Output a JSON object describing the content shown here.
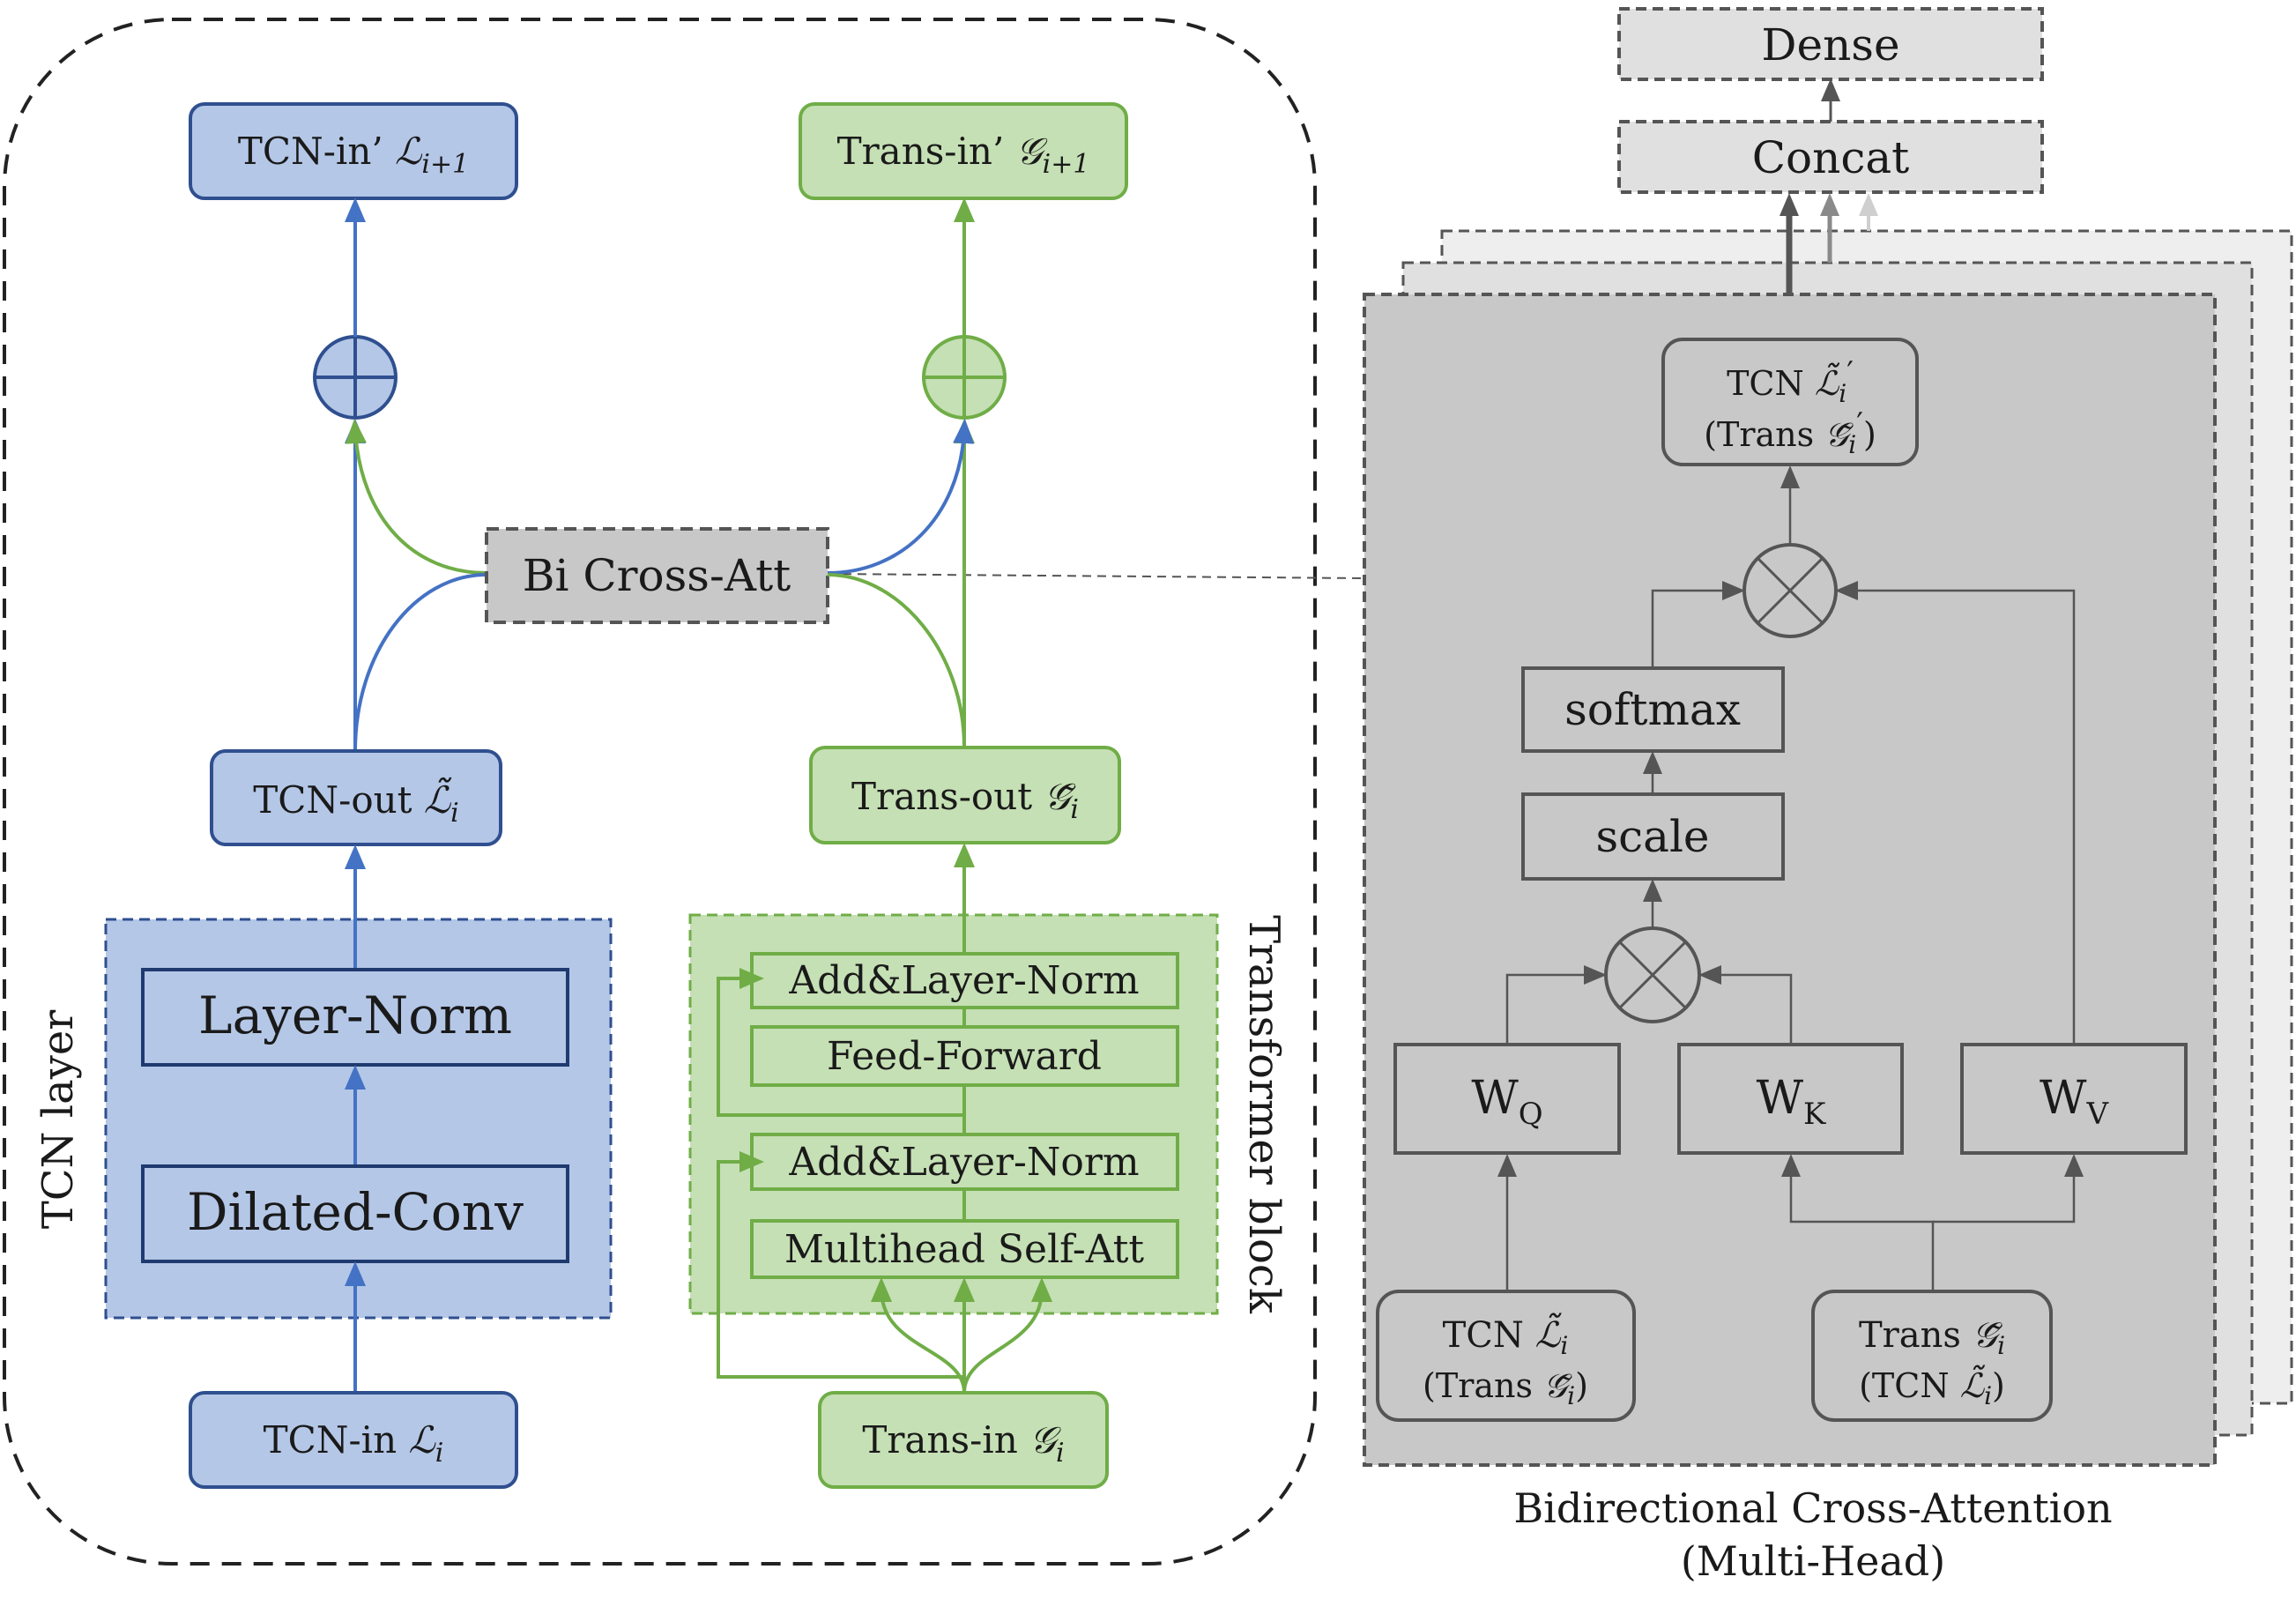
{
  "tcn": {
    "in_next": "TCN-in’",
    "in_next_sym": "ℒ",
    "in_next_sub": "i+1",
    "out": "TCN-out",
    "out_sym": "ℒ̃",
    "out_sub": "i",
    "layer_norm": "Layer-Norm",
    "dilated_conv": "Dilated-Conv",
    "layer_title": "TCN layer",
    "in": "TCN-in",
    "in_sym": "ℒ",
    "in_sub": "i"
  },
  "trans": {
    "in_next": "Trans-in’",
    "in_next_sym": "𝒢",
    "in_next_sub": "i+1",
    "out": "Trans-out",
    "out_sym": "𝒢̃",
    "out_sub": "i",
    "add_norm_top": "Add&Layer-Norm",
    "feed_forward": "Feed-Forward",
    "add_norm_bottom": "Add&Layer-Norm",
    "self_att": "Multihead Self-Att",
    "block_title": "Transformer block",
    "in": "Trans-in",
    "in_sym": "𝒢",
    "in_sub": "i"
  },
  "bi_cross": "Bi Cross-Att",
  "attention": {
    "dense": "Dense",
    "concat": "Concat",
    "out_line1_prefix": "TCN",
    "out_line1_sym": "ℒ̃",
    "out_line1_sub": "i",
    "out_line1_prime": "′",
    "out_line2_prefix": "(Trans",
    "out_line2_sym": "𝒢̃",
    "out_line2_sub": "i",
    "out_line2_prime": "′",
    "out_line2_suffix": ")",
    "softmax": "softmax",
    "scale": "scale",
    "wq": "W",
    "wq_sub": "Q",
    "wk": "W",
    "wk_sub": "K",
    "wv": "W",
    "wv_sub": "V",
    "in_left_line1": "TCN",
    "in_left_sym1": "ℒ̃",
    "in_left_sub1": "i",
    "in_left_line2": "(Trans",
    "in_left_sym2": "𝒢̃",
    "in_left_sub2": "i",
    "in_left_close": ")",
    "in_right_line1": "Trans",
    "in_right_sym1": "𝒢̃",
    "in_right_sub1": "i",
    "in_right_line2": "(TCN",
    "in_right_sym2": "ℒ̃",
    "in_right_sub2": "i",
    "in_right_close": ")",
    "caption_line1": "Bidirectional Cross-Attention",
    "caption_line2": "(Multi-Head)"
  },
  "colors": {
    "blue_fill": "#b4c7e7",
    "blue_stroke": "#2f4f8f",
    "blue_line": "#4472c4",
    "green_fill": "#c5e0b4",
    "green_stroke": "#70ad47",
    "gray_fill": "#c8c8c8",
    "gray_stroke": "#555555"
  }
}
